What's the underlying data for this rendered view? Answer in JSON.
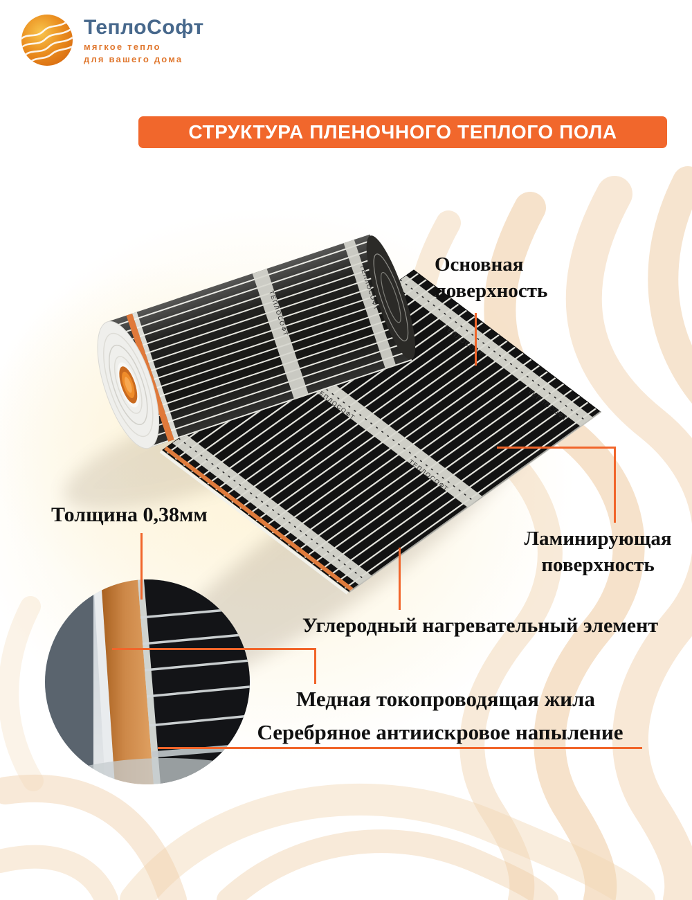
{
  "logo": {
    "brand": "ТеплоСофт",
    "tagline1": "мягкое тепло",
    "tagline2": "для вашего дома"
  },
  "title": "СТРУКТУРА ПЛЕНОЧНОГО ТЕПЛОГО ПОЛА",
  "callouts": {
    "base_surface": "Основная\nповерхность",
    "thickness": "Толщина 0,38мм",
    "laminating": "Ламинирующая\nповерхность",
    "carbon": "Углеродный нагревательный элемент",
    "copper": "Медная токопроводящая жила",
    "silver": "Серебряное антиискровое напыление"
  },
  "film": {
    "print_text": "ТЕПЛОСОФТ"
  },
  "colors": {
    "accent_orange": "#F1652A",
    "banner_orange": "#F1672C",
    "brand_blue": "#47688C",
    "brand_orange": "#E0772E",
    "label_black": "#101010",
    "wave_peach": "#F2D6B4",
    "copper": "#CD8848"
  }
}
